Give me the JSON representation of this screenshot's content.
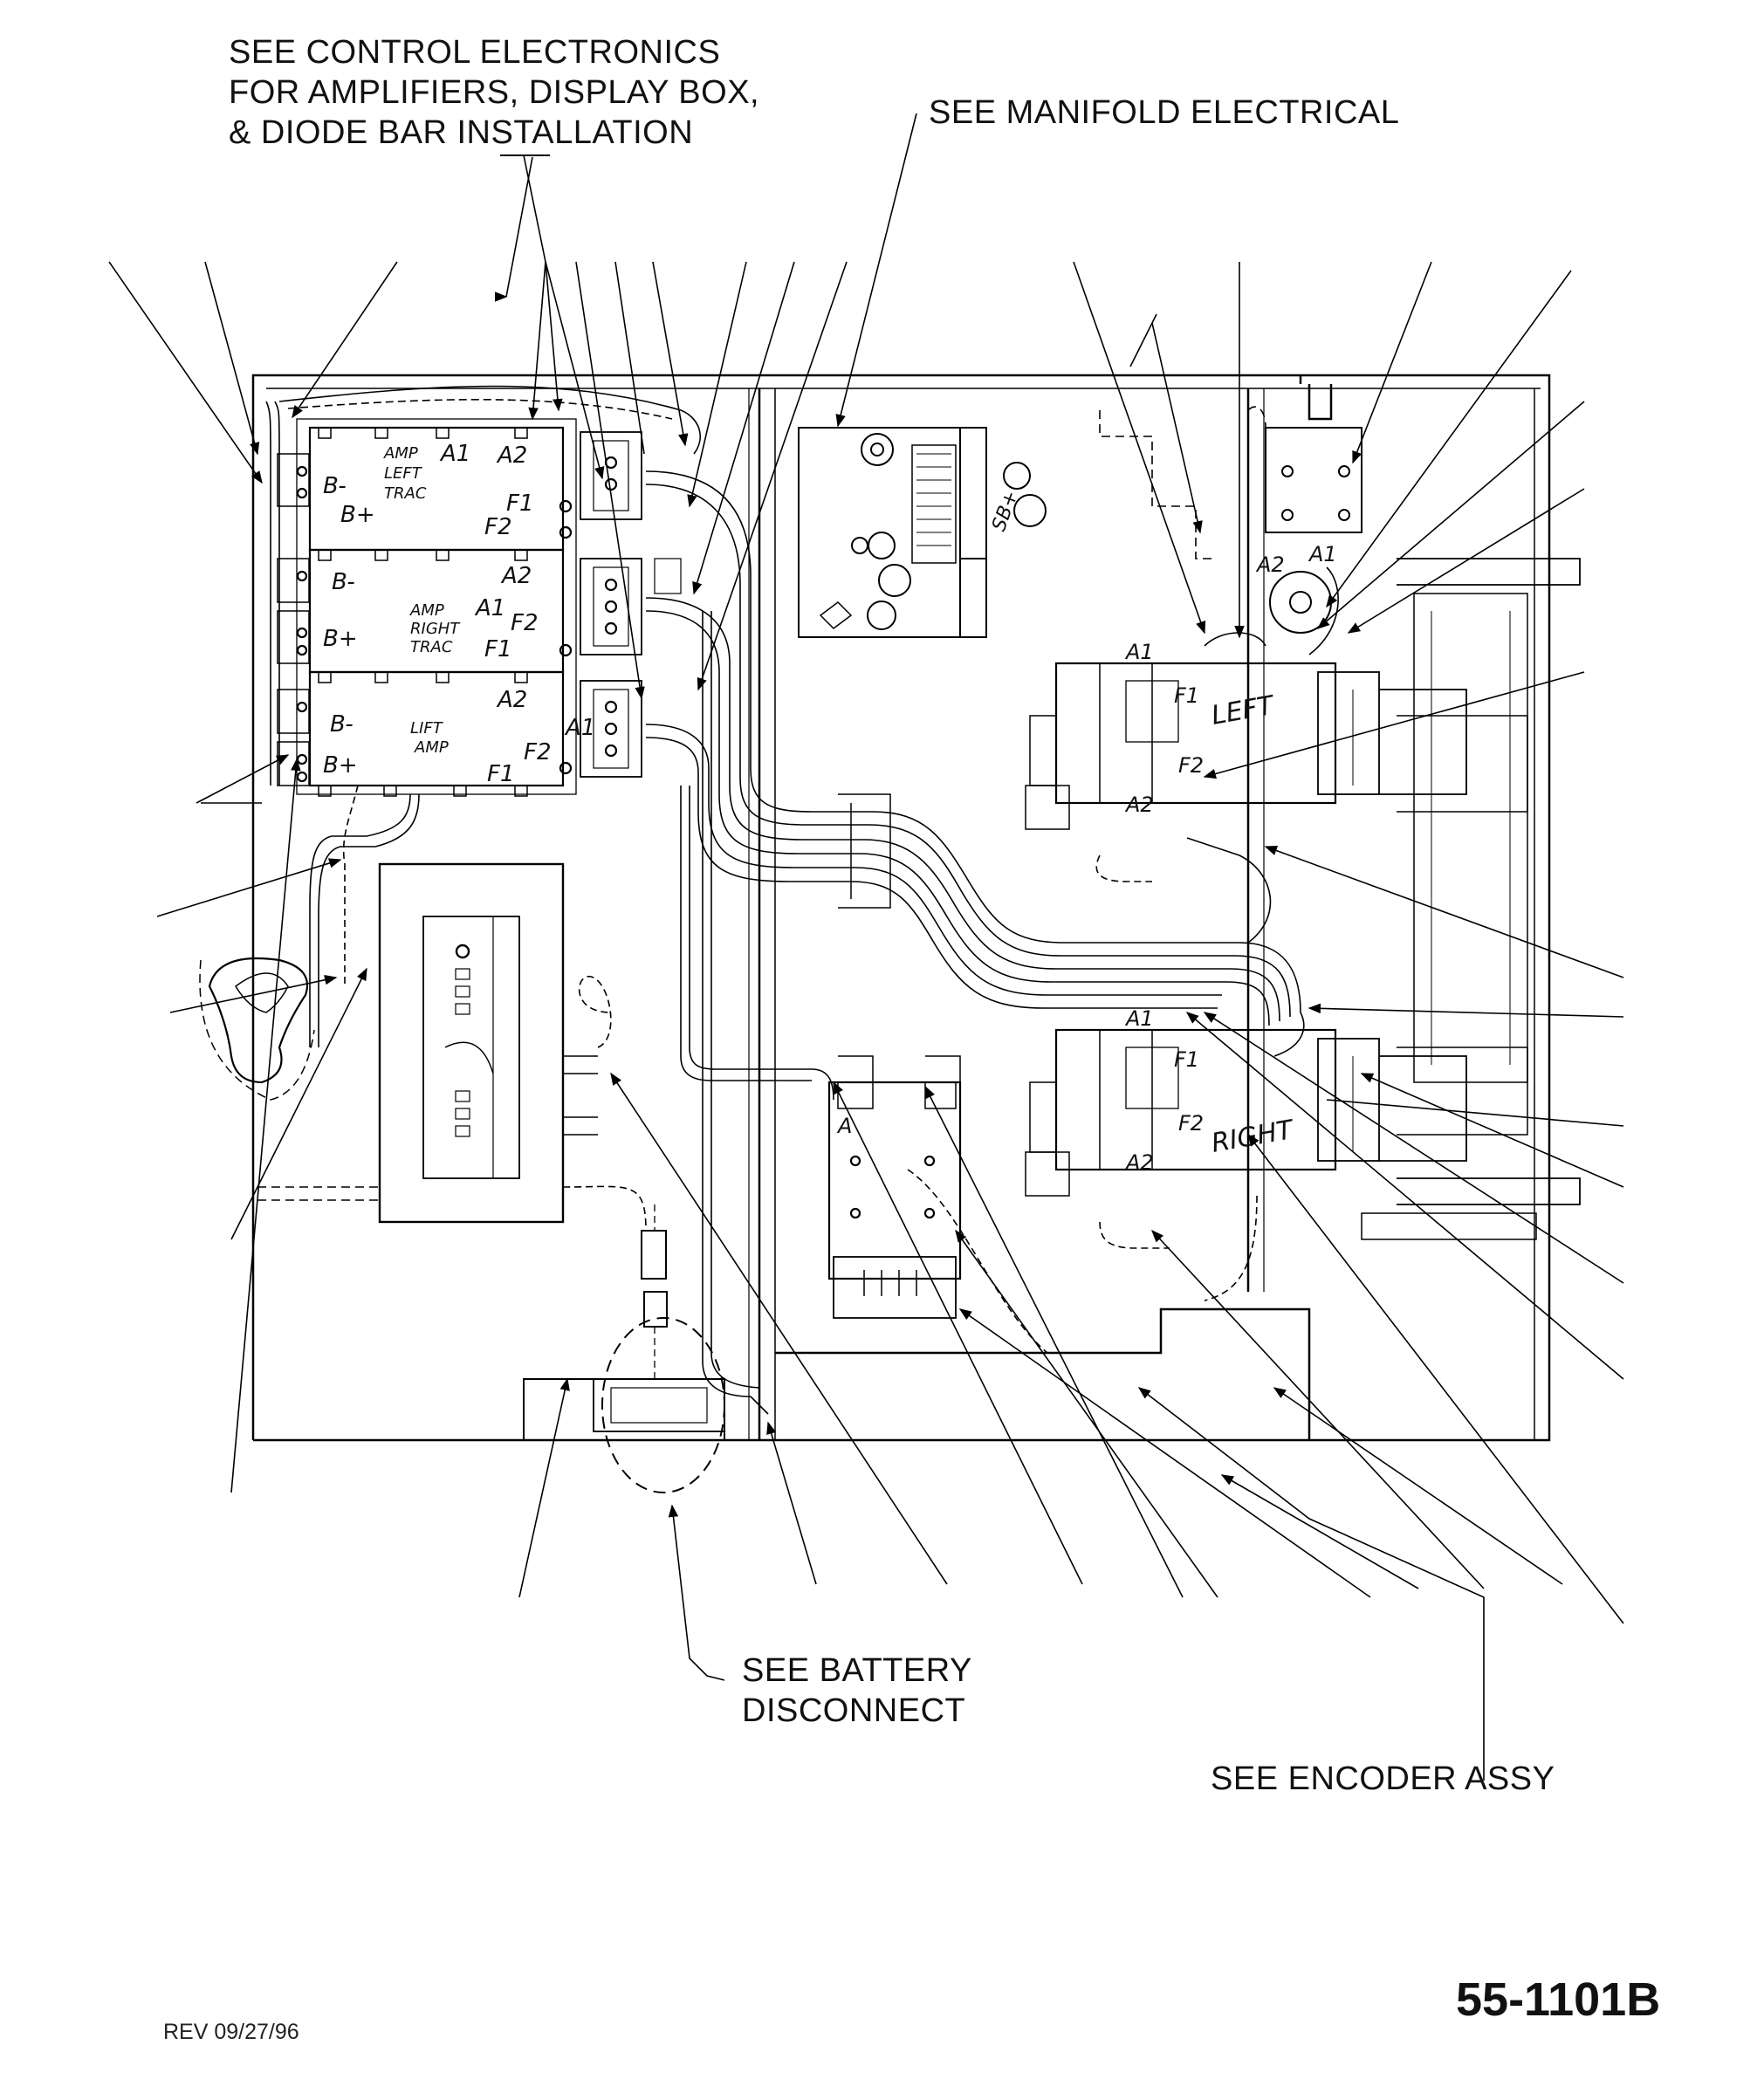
{
  "callouts": {
    "control_electronics": [
      "SEE CONTROL ELECTRONICS",
      "FOR AMPLIFIERS, DISPLAY BOX,",
      "& DIODE BAR INSTALLATION"
    ],
    "manifold_electrical": "SEE MANIFOLD ELECTRICAL",
    "battery_disconnect": [
      "SEE BATTERY",
      "DISCONNECT"
    ],
    "encoder_assy": "SEE ENCODER ASSY"
  },
  "amplifiers": {
    "left_trac": [
      "AMP",
      "LEFT",
      "TRAC"
    ],
    "right_trac": [
      "AMP",
      "RIGHT",
      "TRAC"
    ],
    "lift": [
      "LIFT",
      "AMP"
    ]
  },
  "terminals": {
    "b_minus": "B-",
    "b_plus": "B+",
    "a1": "A1",
    "a2": "A2",
    "f1": "F1",
    "f2": "F2",
    "a": "A",
    "sb_plus": "SB+"
  },
  "motors": {
    "left": "LEFT",
    "right": "RIGHT"
  },
  "footer": {
    "revision": "REV 09/27/96",
    "drawing_number": "55-1101B"
  }
}
